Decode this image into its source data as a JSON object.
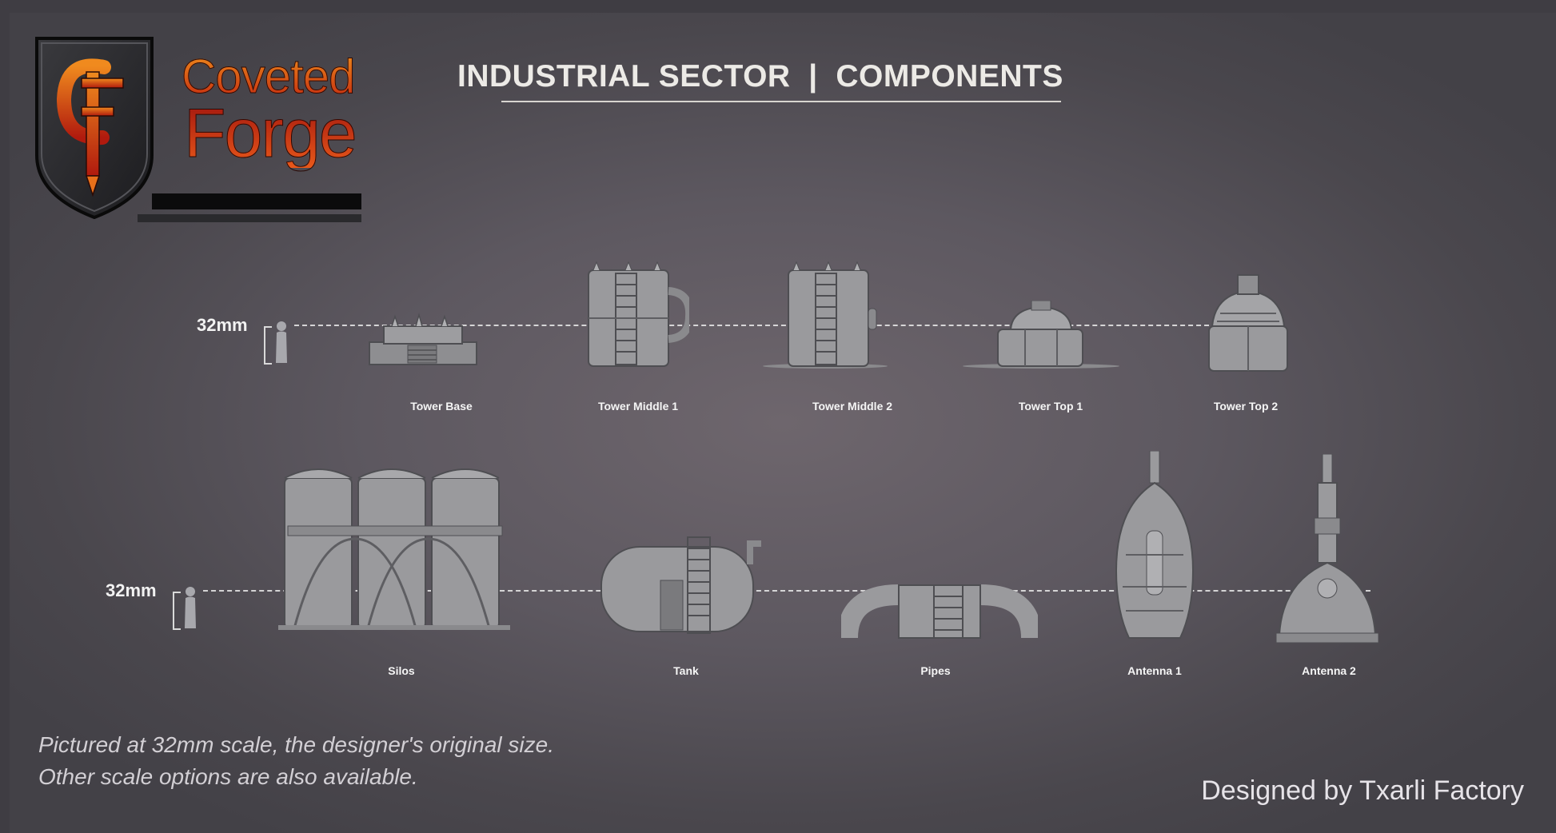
{
  "brand": {
    "line1": "Coveted",
    "line2": "Forge",
    "monogram": "CF"
  },
  "title": "INDUSTRIAL SECTOR  |  COMPONENTS",
  "scale": {
    "row1": "32mm",
    "row2": "32mm"
  },
  "row1": [
    {
      "label": "Tower Base",
      "icon": "tower-base-model"
    },
    {
      "label": "Tower Middle 1",
      "icon": "tower-middle-1-model"
    },
    {
      "label": "Tower Middle 2",
      "icon": "tower-middle-2-model"
    },
    {
      "label": "Tower Top 1",
      "icon": "tower-top-1-model"
    },
    {
      "label": "Tower Top 2",
      "icon": "tower-top-2-model"
    }
  ],
  "row2": [
    {
      "label": "Silos",
      "icon": "silos-model"
    },
    {
      "label": "Tank",
      "icon": "tank-model"
    },
    {
      "label": "Pipes",
      "icon": "pipes-model"
    },
    {
      "label": "Antenna 1",
      "icon": "antenna-1-model"
    },
    {
      "label": "Antenna 2",
      "icon": "antenna-2-model"
    }
  ],
  "caption": {
    "line1": "Pictured at 32mm scale, the designer's original size.",
    "line2": "Other scale options are also available."
  },
  "credit": "Designed by Txarli Factory",
  "colors": {
    "background": "#5d5860",
    "model_gray": "#9a9a9c",
    "brand_orange": "#e56a12",
    "brand_red": "#a0140e"
  }
}
